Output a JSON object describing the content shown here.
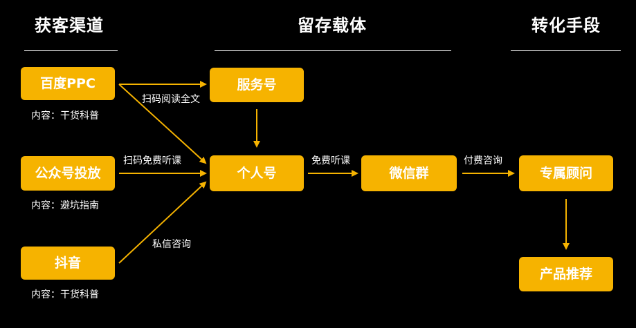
{
  "headers": {
    "acquisition": "获客渠道",
    "retention": "留存载体",
    "conversion": "转化手段"
  },
  "nodes": {
    "baidu_ppc": "百度PPC",
    "official_account": "公众号投放",
    "douyin": "抖音",
    "service_account": "服务号",
    "personal_account": "个人号",
    "wechat_group": "微信群",
    "consultant": "专属顾问",
    "product_recommend": "产品推荐"
  },
  "captions": {
    "baidu_ppc": "内容：干货科普",
    "official_account": "内容：避坑指南",
    "douyin": "内容：干货科普"
  },
  "edge_labels": {
    "scan_read_full": "扫码阅读全文",
    "scan_free_course": "扫码免费听课",
    "private_consult": "私信咨询",
    "free_course": "免费听课",
    "paid_consult": "付费咨询"
  },
  "colors": {
    "background": "#000000",
    "node_fill": "#f6b300",
    "arrow": "#f6b300",
    "text": "#ffffff"
  }
}
